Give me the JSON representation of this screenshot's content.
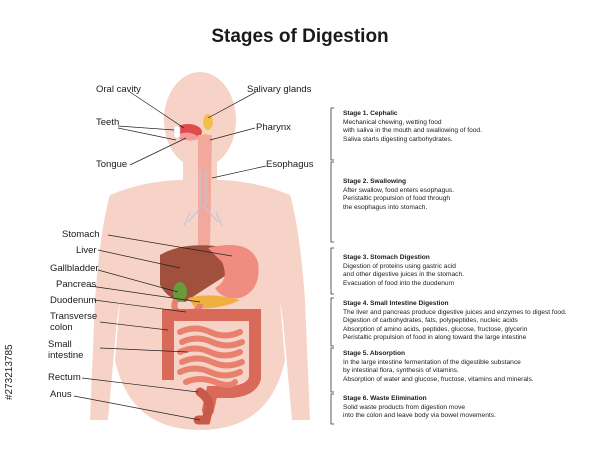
{
  "title": "Stages of Digestion",
  "labels": {
    "oral_cavity": "Oral cavity",
    "teeth": "Teeth",
    "tongue": "Tongue",
    "salivary_glands": "Salivary glands",
    "pharynx": "Pharynx",
    "esophagus": "Esophagus",
    "stomach": "Stomach",
    "liver": "Liver",
    "gallbladder": "Gallbladder",
    "pancreas": "Pancreas",
    "duodenum": "Duodenum",
    "transverse_colon_1": "Transverse",
    "transverse_colon_2": "colon",
    "small_intestine_1": "Small",
    "small_intestine_2": "intestine",
    "rectum": "Rectum",
    "anus": "Anus"
  },
  "stages": [
    {
      "heading": "Stage 1. Cephalic",
      "lines": [
        "Mechanical chewing, wetting food",
        "with saliva in the mouth and swallowing of food.",
        "Saliva starts digesting carbohydrates."
      ]
    },
    {
      "heading": "Stage 2. Swallowing",
      "lines": [
        "After swallow, food enters esophagus.",
        "Peristaltic  propulsion of food through",
        "the esophagus into stomach."
      ]
    },
    {
      "heading": "Stage 3. Stomach Digestion",
      "lines": [
        "Digestion of proteins using gastric acid",
        "and other digestive juices in the stomach.",
        "Evacuation of food into the duodenum"
      ]
    },
    {
      "heading": "Stage 4. Small Intestine Digestion",
      "lines": [
        "The liver and pancreas produce digestive juices and enzymes to digest food.",
        "Digestion of carbohydrates, fats, polypeptides, nucleic acids",
        "Absorption of amino acids, peptides, glucose, fructose, glycerin",
        "Peristaltic propulsion of food in along toward the large intestine"
      ]
    },
    {
      "heading": "Stage 5. Absorption",
      "lines": [
        "In the large intestine fermentation of the digestible substance",
        "by intestinal flora, synthesis of vitamins.",
        "Absorption of water and glucose, fructose, vitamins and minerals."
      ]
    },
    {
      "heading": "Stage 6. Waste Elimination",
      "lines": [
        "Solid waste products from digestion move",
        "into the colon and leave body via bowel movements."
      ]
    }
  ],
  "stock_id": "#273213785",
  "colors": {
    "body": "#f7d3c7",
    "liver": "#a0503c",
    "stomach": "#f08c82",
    "intestine": "#e8806e",
    "colon": "#d96a5a",
    "gallbladder": "#6a9a3a",
    "pancreas": "#f0b040",
    "esophagus": "#f2a89c",
    "bracket": "#333333"
  }
}
